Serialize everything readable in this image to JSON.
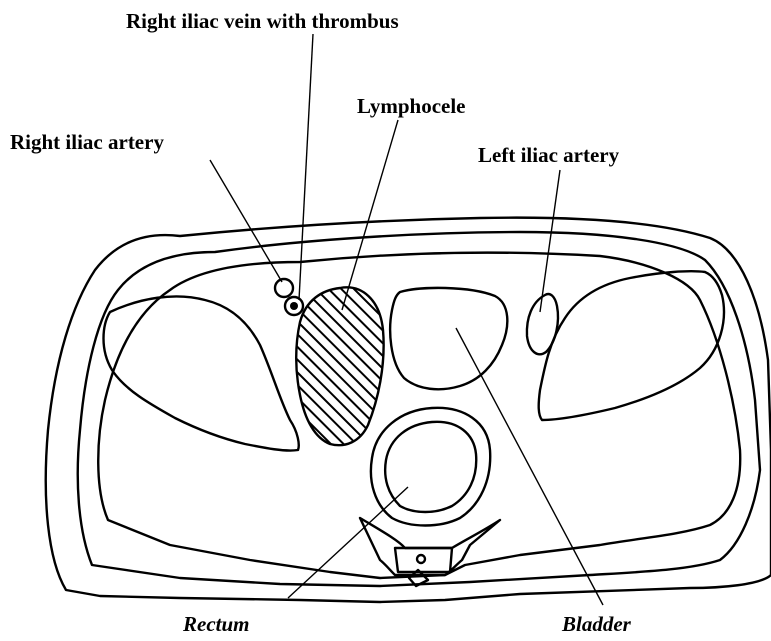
{
  "labels": {
    "right_iliac_vein": "Right iliac vein with thrombus",
    "lymphocele": "Lymphocele",
    "right_iliac_artery": "Right iliac artery",
    "left_iliac_artery": "Left iliac artery",
    "rectum": "Rectum",
    "bladder": "Bladder"
  },
  "colors": {
    "ink": "#000000",
    "background": "#ffffff"
  }
}
